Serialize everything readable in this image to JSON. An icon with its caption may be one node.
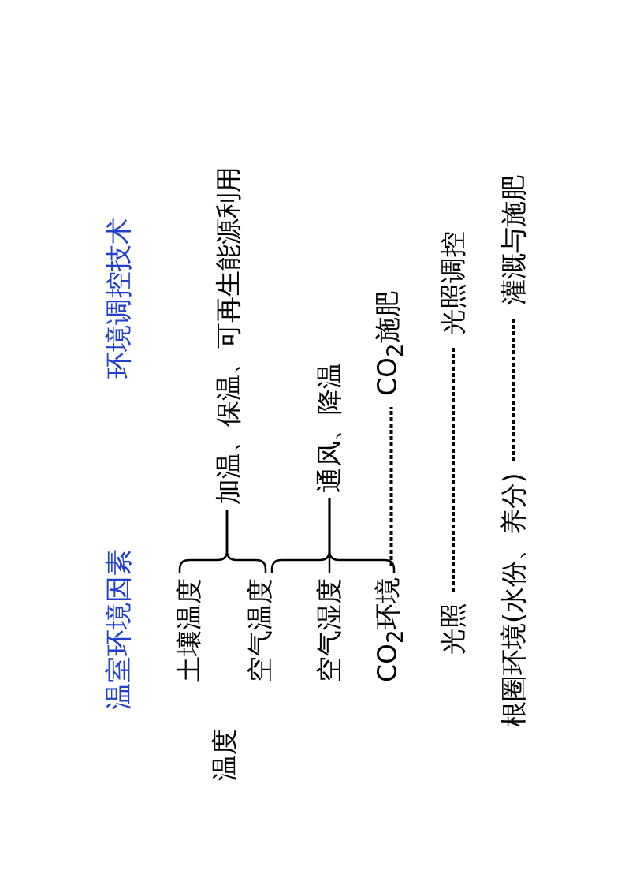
{
  "diagram": {
    "nodes": [
      {
        "text": [
          "土壤温度"
        ]
      },
      {
        "text": [
          "空气温度"
        ]
      },
      {
        "text": [
          "空气湿度"
        ]
      },
      {
        "text": [
          "CO$_{2}$环境"
        ]
      },
      {
        "text": [
          "光照"
        ]
      },
      {
        "text": [
          "根圈环境(水份、养分)"
        ]
      },
      {
        "text": [
          "加温、保温、可再生能源利用"
        ]
      },
      {
        "text": [
          "通风、降温"
        ]
      },
      {
        "text": [
          "CO$_{2}$施肥"
        ]
      },
      {
        "text": [
          "光照调控"
        ]
      },
      {
        "text": [
          "灌溉与施肥"
        ]
      }
    ],
    "edges": [
      {
        "from": 0,
        "to": 6,
        "arrow": "none"
      },
      {
        "from": 1,
        "to": 6,
        "arrow": "none"
      },
      {
        "from": 1,
        "to": 7,
        "arrow": "none"
      },
      {
        "from": 2,
        "to": 7,
        "arrow": "none"
      },
      {
        "from": 3,
        "to": 7,
        "arrow": "none"
      },
      {
        "from": 3,
        "to": 8,
        "arrow": "none",
        "style": "dashed"
      },
      {
        "from": 4,
        "to": 9,
        "arrow": "none",
        "style": "dashed"
      },
      {
        "from": 5,
        "to": 10,
        "arrow": "none",
        "style": "dashed"
      }
    ],
    "labels": [
      "温室环境因素",
      "环境调控技术",
      "温度"
    ]
  }
}
